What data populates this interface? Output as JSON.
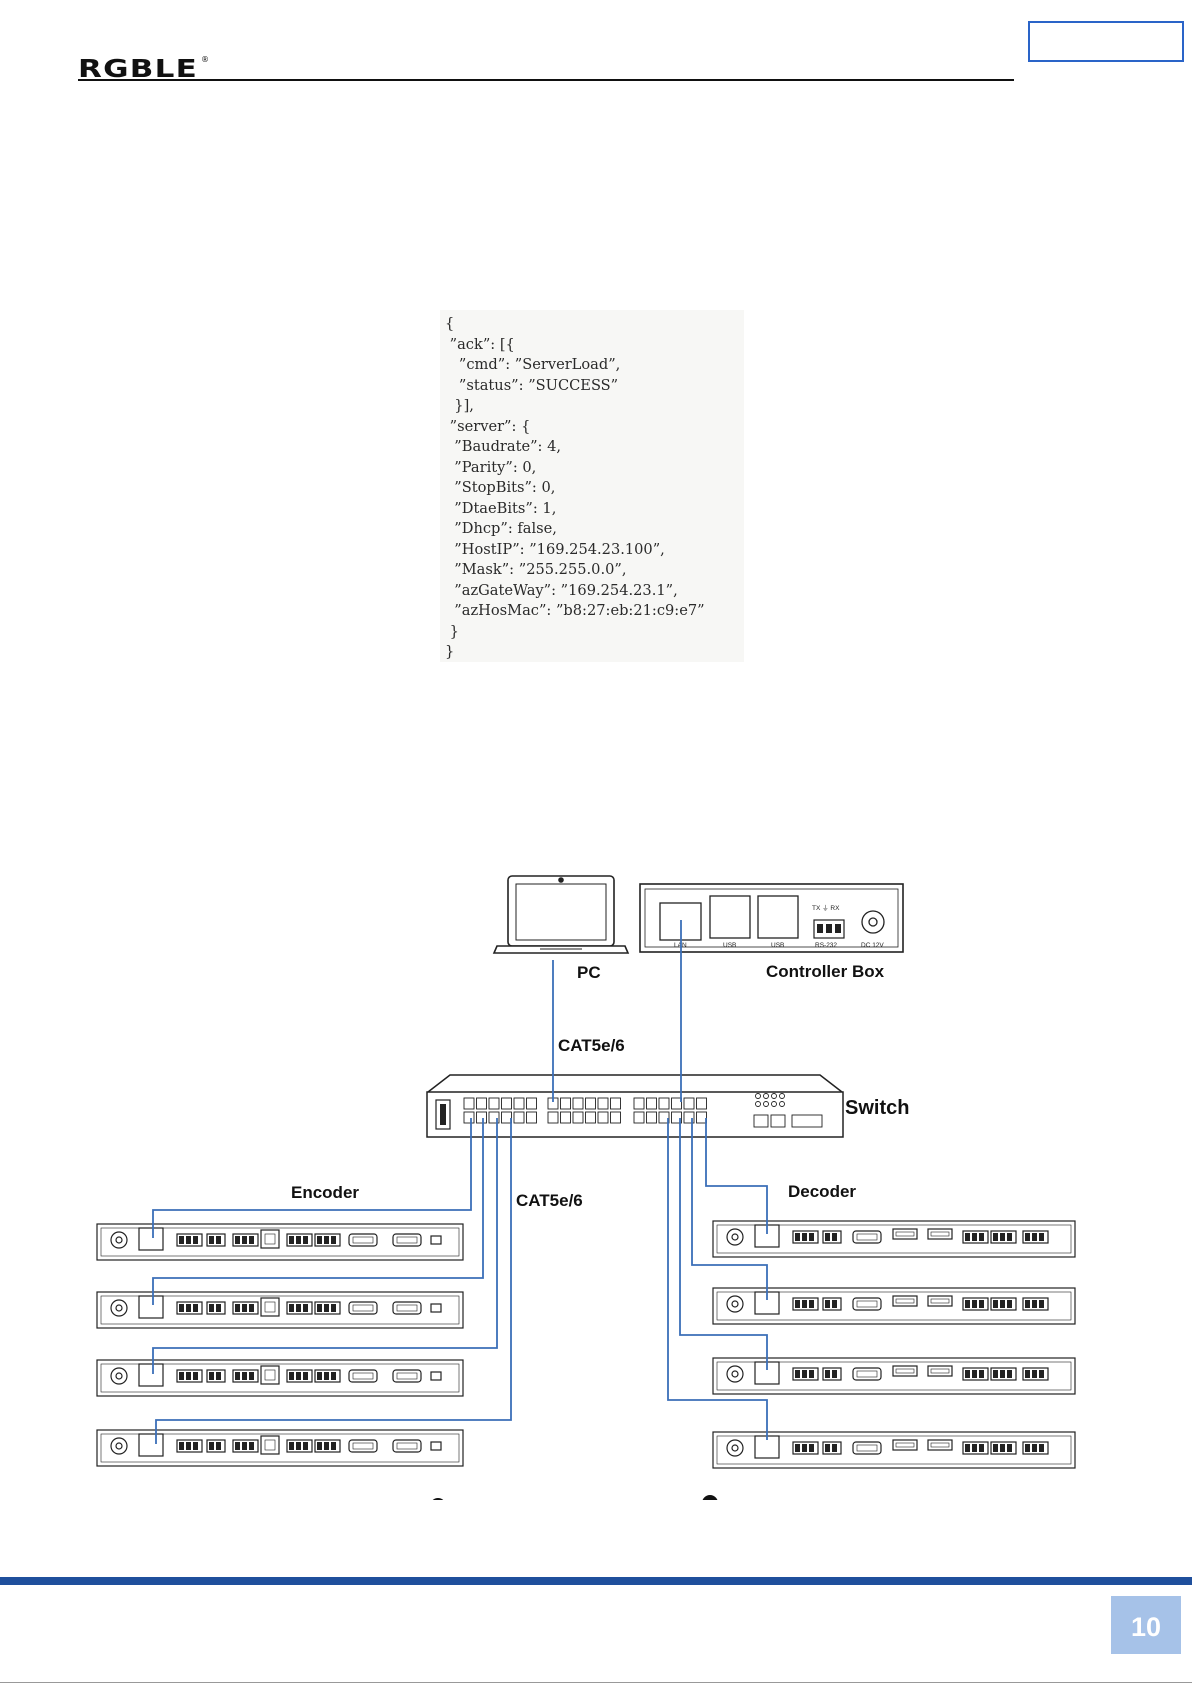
{
  "header": {
    "logo_text": "RGBLE"
  },
  "json_response": {
    "lines": [
      "{",
      " ”ack”: [{",
      "   ”cmd”: ”ServerLoad”,",
      "   ”status”: ”SUCCESS”",
      "  }],",
      " ”server”: {",
      "  ”Baudrate”: 4,",
      "  ”Parity”: 0,",
      "  ”StopBits”: 0,",
      "  ”DtaeBits”: 1,",
      "  ”Dhcp”: false,",
      "  ”HostIP”: ”169.254.23.100”,",
      "  ”Mask”: ”255.255.0.0”,",
      "  ”azGateWay”: ”169.254.23.1”,",
      "  ”azHosMac”: ”b8:27:eb:21:c9:e7”",
      " }",
      "}"
    ]
  },
  "diagram": {
    "pc_label": "PC",
    "controller_label": "Controller Box",
    "cable_label_top": "CAT5e/6",
    "cable_label_bottom": "CAT5e/6",
    "switch_label": "Switch",
    "encoder_label": "Encoder",
    "decoder_label": "Decoder",
    "controller_ports": [
      "LAN",
      "USB",
      "USB",
      "RS-232",
      "DC 12V"
    ],
    "controller_rs232_pins": "TX ⏚ RX"
  },
  "footer": {
    "page_number": "10"
  },
  "colors": {
    "accent_blue": "#1f4f9c",
    "page_box": "#a6c2e8",
    "cable_blue": "#3b6fb8"
  }
}
